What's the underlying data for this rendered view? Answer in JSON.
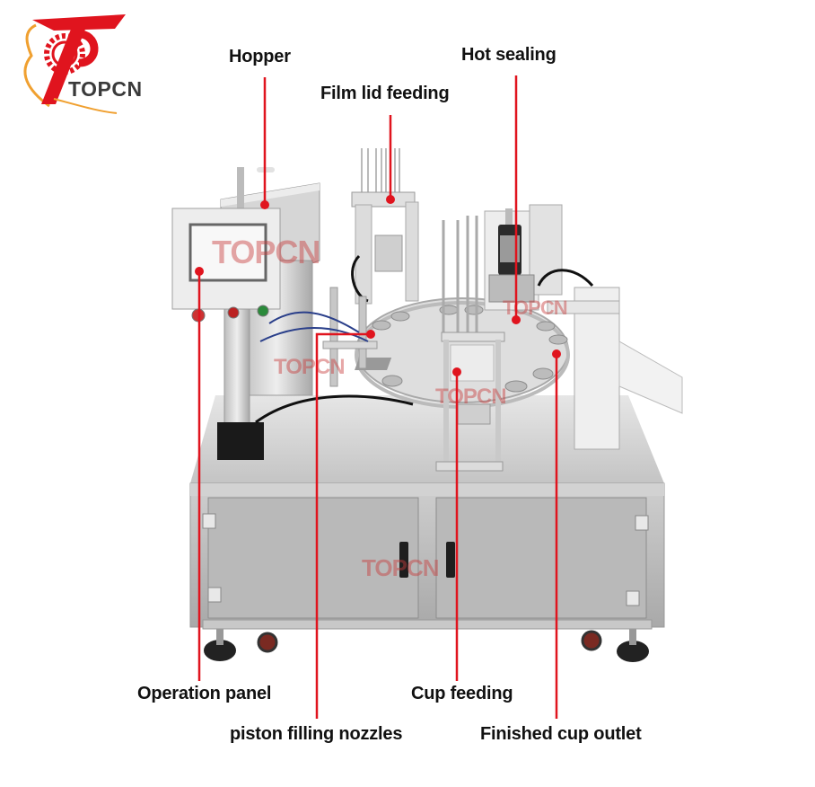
{
  "brand": {
    "name": "TOPCN",
    "primary_color": "#e0141e",
    "accent_color": "#f0a030",
    "text_color": "#3a3a3a"
  },
  "watermarks": [
    "TOPCN",
    "TOPCN",
    "TOPCN",
    "TOPCN",
    "TOPCN"
  ],
  "callouts": [
    {
      "id": "hopper",
      "label": "Hopper"
    },
    {
      "id": "film-lid-feeding",
      "label": "Film lid feeding"
    },
    {
      "id": "hot-sealing",
      "label": "Hot sealing"
    },
    {
      "id": "operation-panel",
      "label": "Operation panel"
    },
    {
      "id": "piston-filling-nozzles",
      "label": "piston filling nozzles"
    },
    {
      "id": "cup-feeding",
      "label": "Cup feeding"
    },
    {
      "id": "finished-cup-outlet",
      "label": "Finished cup outlet"
    }
  ],
  "colors": {
    "pointer": "#e0141e",
    "label_text": "#111111",
    "steel_light": "#d8d8d8",
    "steel_mid": "#b4b4b4",
    "steel_dark": "#8e8e8e"
  }
}
